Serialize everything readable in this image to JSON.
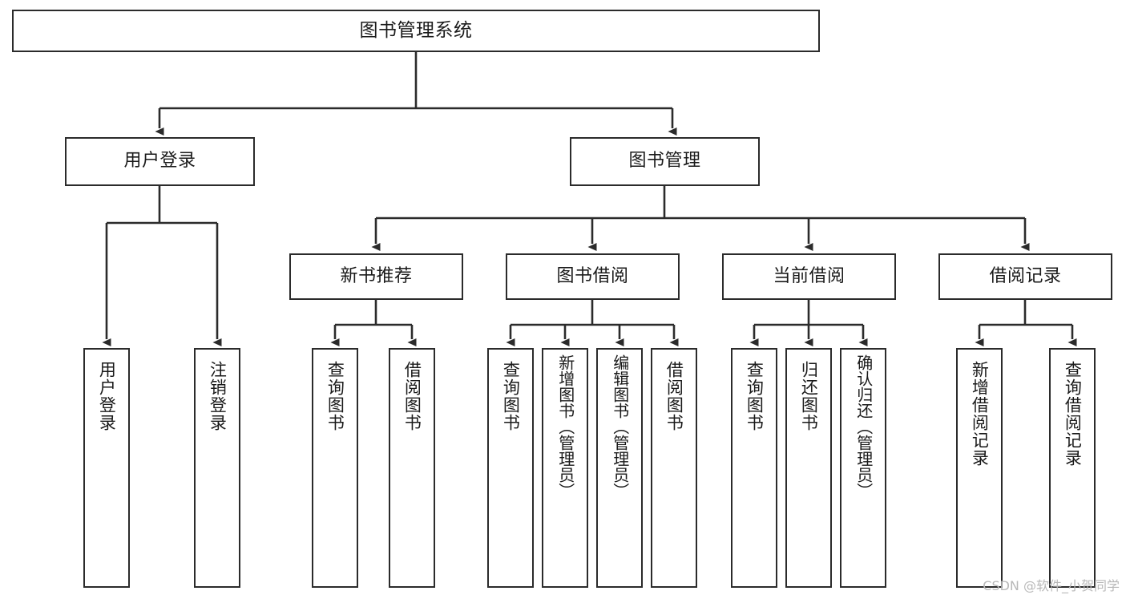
{
  "diagram": {
    "title": "图书管理系统",
    "type": "tree-hierarchy",
    "orientation": "top-down",
    "colors": {
      "node_border": "#2b2b2b",
      "node_fill": "#ffffff",
      "edge": "#2b2b2b",
      "text": "#1a1a1a",
      "watermark": "#b8b8b8",
      "background": "#ffffff"
    }
  },
  "watermark": {
    "text": "CSDN @软件_小贺同学"
  },
  "nodes": {
    "root": {
      "label": "图书管理系统"
    },
    "level2": [
      {
        "label": "用户登录"
      },
      {
        "label": "图书管理"
      }
    ],
    "level3": [
      {
        "label": "新书推荐"
      },
      {
        "label": "图书借阅"
      },
      {
        "label": "当前借阅"
      },
      {
        "label": "借阅记录"
      }
    ],
    "leaves": {
      "user_login": [
        {
          "label": "用户登录"
        },
        {
          "label": "注销登录"
        }
      ],
      "new_book_recommend": [
        {
          "label": "查询图书"
        },
        {
          "label": "借阅图书"
        }
      ],
      "book_borrow": [
        {
          "label": "查询图书"
        },
        {
          "label": "新增图书（管理员）"
        },
        {
          "label": "编辑图书（管理员）"
        },
        {
          "label": "借阅图书"
        }
      ],
      "current_borrow": [
        {
          "label": "查询图书"
        },
        {
          "label": "归还图书"
        },
        {
          "label": "确认归还（管理员）"
        }
      ],
      "borrow_record": [
        {
          "label": "新增借阅记录"
        },
        {
          "label": "查询借阅记录"
        }
      ]
    }
  }
}
